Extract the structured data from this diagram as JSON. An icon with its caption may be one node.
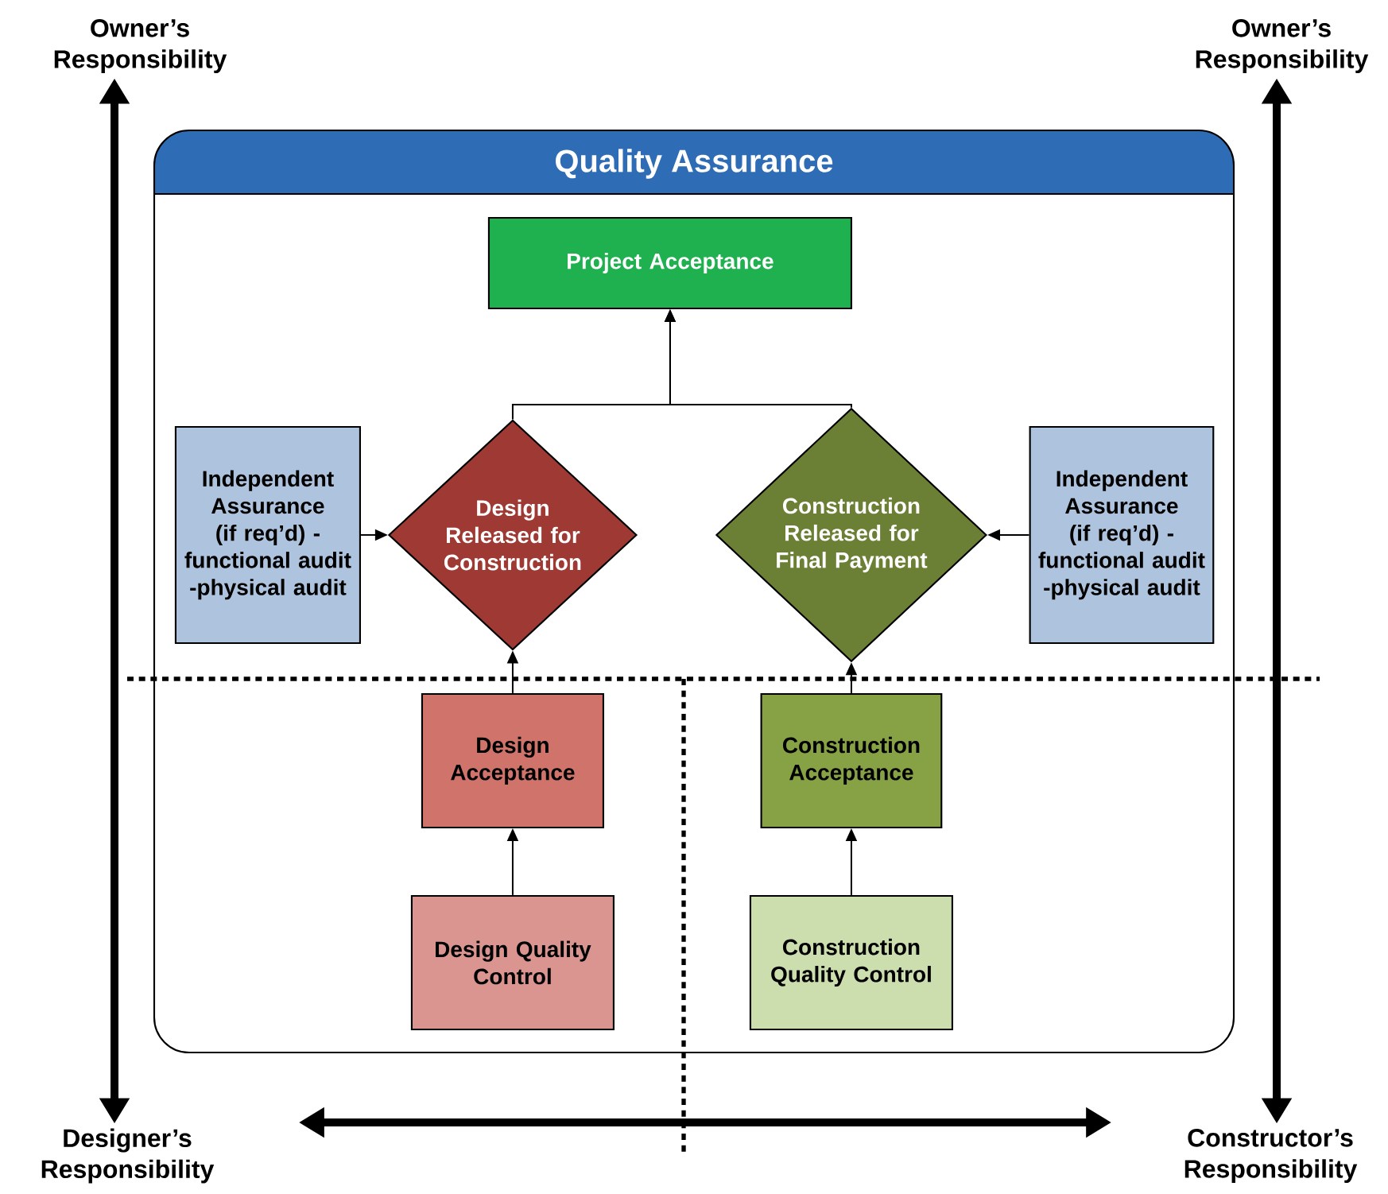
{
  "diagram": {
    "nodes": [
      {
        "text": [
          "Quality Assurance"
        ]
      },
      {
        "text": [
          "Project Acceptance"
        ],
        "in": 0
      },
      {
        "text": [
          "Independent Assurance (if req’d) - functional audit -physical audit"
        ],
        "in": 0
      },
      {
        "text": [
          "Design Released for Construction"
        ],
        "in": 0
      },
      {
        "text": [
          "Construction Released for Final Payment"
        ],
        "in": 0
      },
      {
        "text": [
          "Independent Assurance (if req’d) - functional audit -physical audit"
        ],
        "in": 0
      },
      {
        "text": [
          "Design Acceptance"
        ],
        "in": 0
      },
      {
        "text": [
          "Construction Acceptance"
        ],
        "in": 0
      },
      {
        "text": [
          "Design Quality Control"
        ],
        "in": 0
      },
      {
        "text": [
          "Construction Quality Control"
        ],
        "in": 0
      },
      {
        "text": [
          "Owner’s Responsibility"
        ]
      },
      {
        "text": [
          "Owner’s Responsibility"
        ]
      },
      {
        "text": [
          "Designer’s Responsibility"
        ]
      },
      {
        "text": [
          "Constructor’s Responsibility"
        ]
      }
    ],
    "edges": [
      {
        "from": 3,
        "to": 1,
        "arrow": "to"
      },
      {
        "from": 4,
        "to": 1,
        "arrow": "to"
      },
      {
        "from": 2,
        "to": 3,
        "arrow": "to"
      },
      {
        "from": 5,
        "to": 4,
        "arrow": "to"
      },
      {
        "from": 6,
        "to": 3,
        "arrow": "to"
      },
      {
        "from": 7,
        "to": 4,
        "arrow": "to"
      },
      {
        "from": 8,
        "to": 6,
        "arrow": "to"
      },
      {
        "from": 9,
        "to": 7,
        "arrow": "to"
      },
      {
        "from": 10,
        "to": 12,
        "arrow": "both",
        "style": "thick"
      },
      {
        "from": 11,
        "to": 13,
        "arrow": "both",
        "style": "thick"
      },
      {
        "from": 12,
        "to": 13,
        "arrow": "both",
        "style": "thick"
      }
    ]
  }
}
